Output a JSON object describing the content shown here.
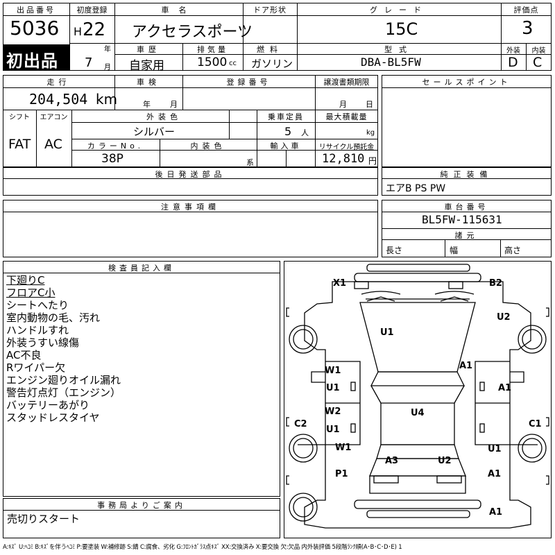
{
  "header": {
    "lot_no_label": "出品番号",
    "lot_no": "5036",
    "first_badge": "初出品",
    "first_reg_label": "初度登録",
    "era": "H",
    "year": "22",
    "year_unit": "年",
    "month": "7",
    "month_unit": "月",
    "car_name_label": "車名",
    "car_name": "アクセラスポーツ",
    "door_label": "ドア形状",
    "door": "",
    "grade_label": "グレード",
    "grade": "15C",
    "score_label": "評価点",
    "score": "3",
    "history_label": "車歴",
    "history": "自家用",
    "displacement_label": "排気量",
    "displacement": "1500",
    "displacement_unit": "cc",
    "fuel_label": "燃料",
    "fuel": "ガソリン",
    "model_label": "型式",
    "model": "DBA-BL5FW",
    "ext_grade_label": "外装",
    "int_grade_label": "内装",
    "ext_grade": "D",
    "int_grade": "C"
  },
  "specs": {
    "mileage_label": "走行",
    "mileage": "204,504",
    "mileage_unit": "km",
    "inspection_label": "車検",
    "inspection_year_unit": "年",
    "inspection_month_unit": "月",
    "reg_no_label": "登録番号",
    "transfer_label": "譲渡書類期限",
    "transfer_month_unit": "月",
    "transfer_day_unit": "日",
    "shift_label": "シフト",
    "shift": "FAT",
    "ac_label": "エアコン",
    "ac": "AC",
    "ext_color_label": "外装色",
    "ext_color": "シルバー",
    "capacity_label": "乗車定員",
    "capacity": "5",
    "capacity_unit": "人",
    "max_load_label": "最大積載量",
    "max_load_unit": "kg",
    "color_no_label": "カラーNo.",
    "color_no": "38P",
    "int_color_label": "内装色",
    "int_color_unit": "系",
    "import_label": "輸入車",
    "recycle_label": "リサイクル預託金",
    "recycle": "12,810",
    "recycle_unit": "円",
    "later_parts_label": "後日発送部品",
    "sales_label": "セールスポイント",
    "genuine_label": "純正装備",
    "genuine": "エアB PS PW",
    "caution_label": "注意事項欄",
    "chassis_label": "車台番号",
    "chassis": "BL5FW-115631",
    "dims_label": "諸元",
    "length_label": "長さ",
    "width_label": "幅",
    "height_label": "高さ"
  },
  "inspector": {
    "label": "検査員記入欄",
    "notes": [
      "下廻りC",
      "フロアC小",
      "シートへたり",
      "室内動物の毛、汚れ",
      "ハンドルすれ",
      "外装うすい線傷",
      "AC不良",
      "Rワイパー欠",
      "エンジン廻りオイル漏れ",
      "警告灯点灯（エンジン）",
      "バッテリーあがり",
      "スタッドレスタイヤ"
    ]
  },
  "office": {
    "label": "事務局よりご案内",
    "text": "売切りスタート"
  },
  "diagram": {
    "X1": "X1",
    "B2": "B2",
    "U1_hood": "U1",
    "U2_front_right": "U2",
    "A1_right_front": "A1",
    "W1_left_front_door": "W1",
    "U1_left_front_door": "U1",
    "A1_right_front_door": "A1",
    "U4_roof": "U4",
    "W2_left_rear_door": "W2",
    "U1_left_rear_door": "U1",
    "C2_left": "C2",
    "C1_right": "C1",
    "W1_left_rear": "W1",
    "U1_right_rear": "U1",
    "A3_rear": "A3",
    "U2_rear": "U2",
    "P1_left_rear": "P1",
    "A1_right_rear": "A1",
    "A1_bottom": "A1"
  },
  "legend": "A:ｷｽﾞ U:ﾍｺﾐ B:ｷｽﾞを伴うﾍｺﾐ P:要塗装 W:補修跡 S:錆 C:腐食、劣化 G:ﾌﾛﾝﾄｶﾞﾗｽ点ｷｽﾞ XX:交換済み X:要交換 欠:欠品 内外装評価 5段階ﾗﾝｸ順(A･B･C･D･E) 1"
}
